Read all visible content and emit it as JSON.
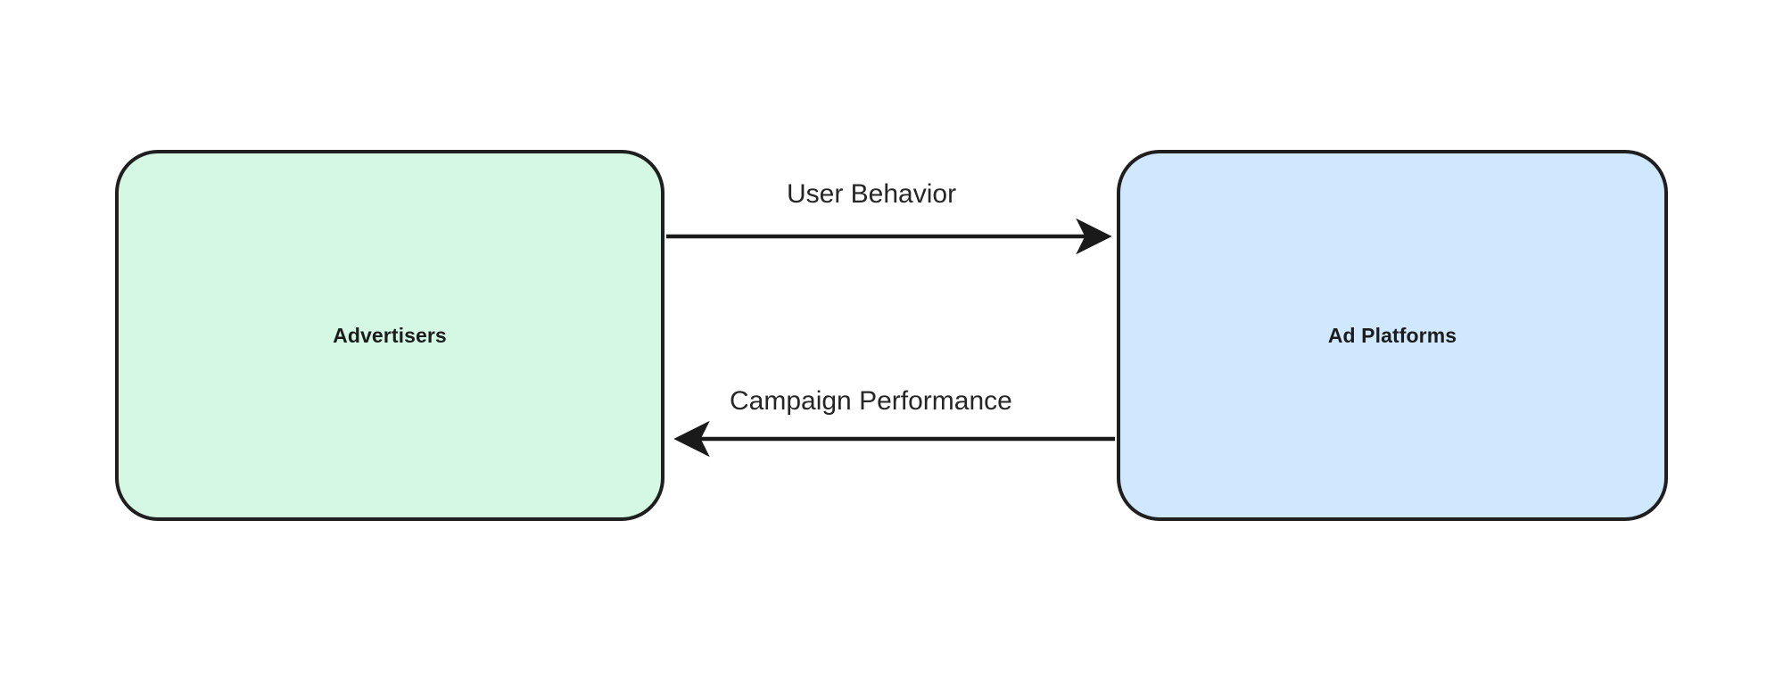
{
  "diagram": {
    "type": "flow-diagram",
    "orientation": "left-right",
    "background_color": "#ffffff",
    "nodes": [
      {
        "id": "advertisers",
        "label": "Advertisers",
        "fill_color": "#d4f8e4",
        "stroke_color": "#1f1f1f",
        "shape": "rounded-rectangle"
      },
      {
        "id": "ad-platforms",
        "label": "Ad Platforms",
        "fill_color": "#cfe8fd",
        "stroke_color": "#1f1f1f",
        "shape": "rounded-rectangle"
      }
    ],
    "edges": [
      {
        "id": "user-behavior",
        "label": "User Behavior",
        "from": "advertisers",
        "to": "ad-platforms",
        "direction": "right",
        "stroke_color": "#1a1a1a"
      },
      {
        "id": "campaign-performance",
        "label": "Campaign Performance",
        "from": "ad-platforms",
        "to": "advertisers",
        "direction": "left",
        "stroke_color": "#1a1a1a"
      }
    ]
  }
}
